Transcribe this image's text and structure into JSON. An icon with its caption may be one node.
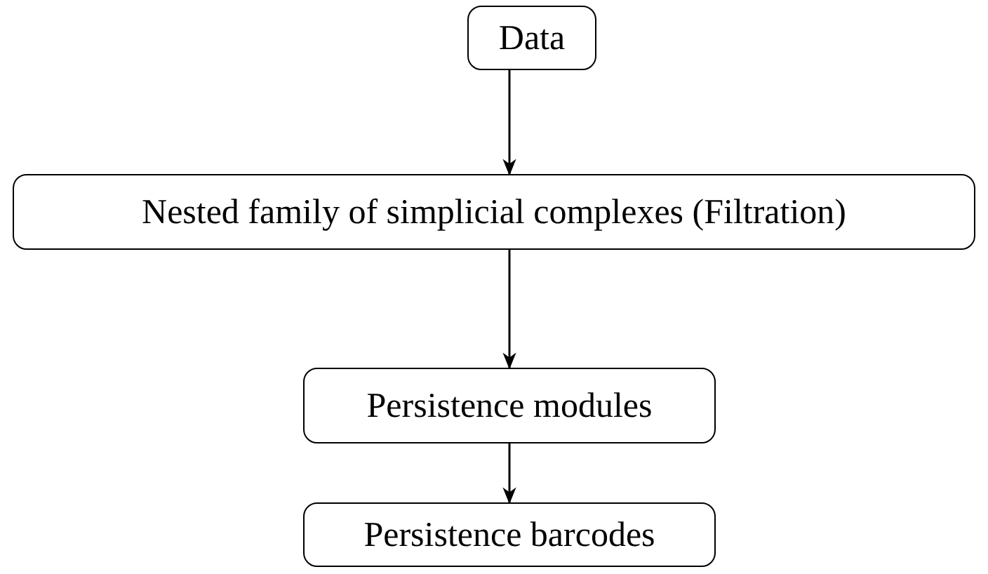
{
  "diagram": {
    "nodes": [
      {
        "text": [
          "Data"
        ]
      },
      {
        "text": [
          "Nested family of simplicial complexes (Filtration)"
        ]
      },
      {
        "text": [
          "Persistence modules"
        ]
      },
      {
        "text": [
          "Persistence barcodes"
        ]
      }
    ],
    "edges": [
      {
        "from": 0,
        "to": 1,
        "arrow": "to"
      },
      {
        "from": 1,
        "to": 2,
        "arrow": "to"
      },
      {
        "from": 2,
        "to": 3,
        "arrow": "to"
      }
    ]
  }
}
